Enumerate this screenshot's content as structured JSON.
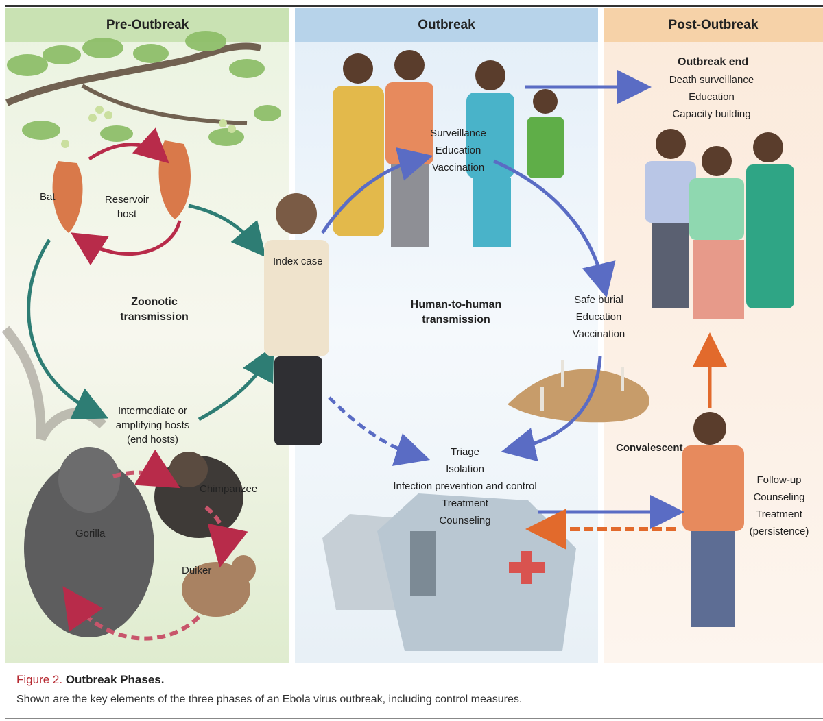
{
  "panels": {
    "pre": {
      "title": "Pre-Outbreak",
      "bat": "Bat",
      "reservoir": [
        "Reservoir",
        "host"
      ],
      "zoonotic": [
        "Zoonotic",
        "transmission"
      ],
      "intermediate": [
        "Intermediate or",
        "amplifying hosts",
        "(end hosts)"
      ],
      "chimpanzee": "Chimpanzee",
      "gorilla": "Gorilla",
      "duiker": "Duiker"
    },
    "outbreak": {
      "title": "Outbreak",
      "index_case": "Index case",
      "community_measures": [
        "Surveillance",
        "Education",
        "Vaccination"
      ],
      "human_transmission": [
        "Human-to-human",
        "transmission"
      ],
      "burial_measures": [
        "Safe burial",
        "Education",
        "Vaccination"
      ],
      "treatment_measures": [
        "Triage",
        "Isolation",
        "Infection prevention and control",
        "Treatment",
        "Counseling"
      ]
    },
    "post": {
      "title": "Post-Outbreak",
      "outbreak_end": "Outbreak end",
      "end_measures": [
        "Death surveillance",
        "Education",
        "Capacity building"
      ],
      "convalescent": "Convalescent",
      "followup": [
        "Follow-up",
        "Counseling",
        "Treatment",
        "(persistence)"
      ]
    }
  },
  "caption": {
    "figure_label": "Figure 2.",
    "title": "Outbreak Phases.",
    "body": "Shown are the key elements of the three phases of an Ebola virus outbreak, including control measures."
  },
  "colors": {
    "pre_header": "#c9e2b3",
    "outbreak_header": "#b7d3ea",
    "post_header": "#f6d2a8",
    "red_arrow": "#b82b4a",
    "teal_arrow": "#2e7d74",
    "blue_arrow": "#5a6cc4",
    "orange_arrow": "#e26a2c",
    "caption_red": "#b5262e"
  }
}
